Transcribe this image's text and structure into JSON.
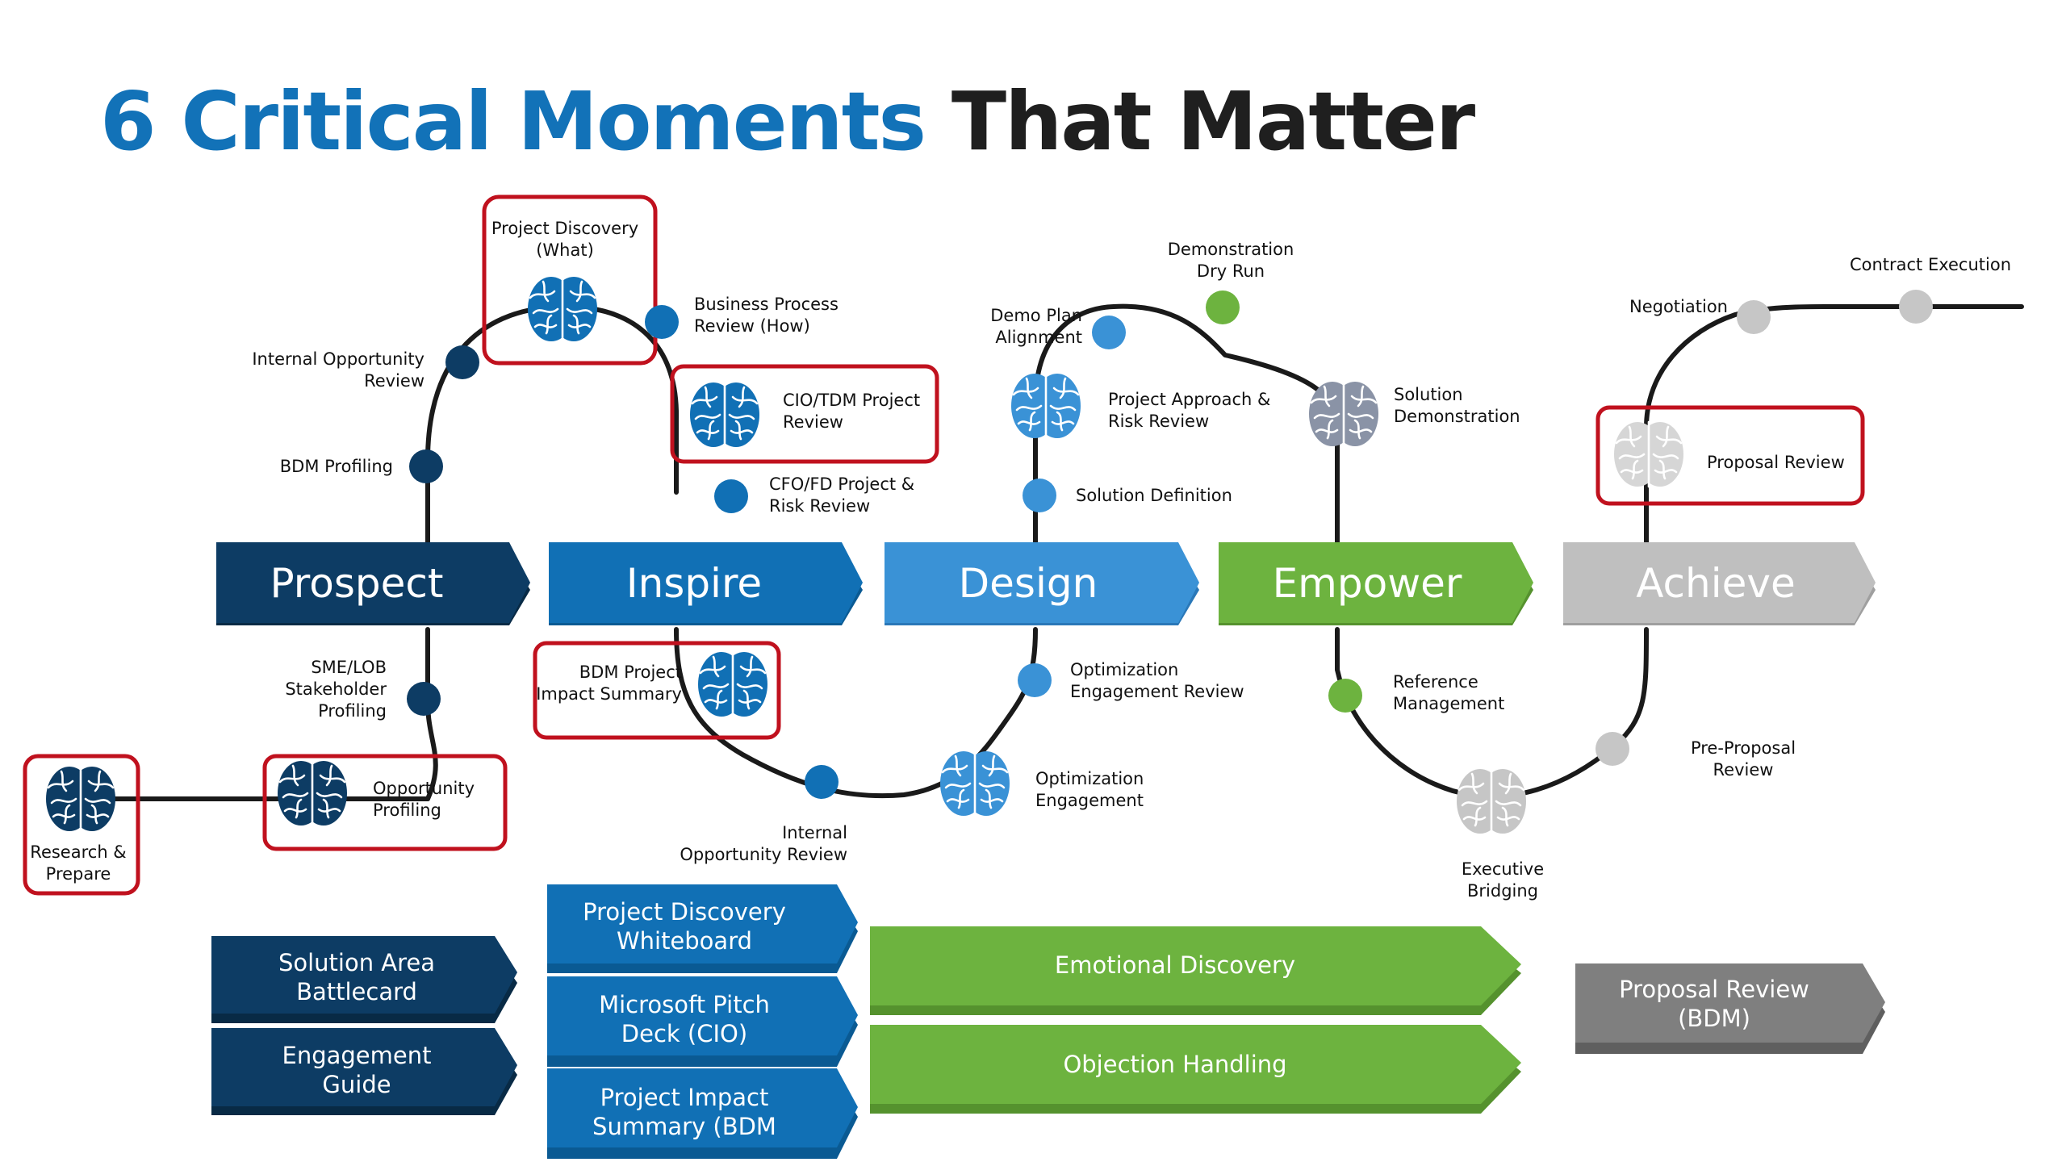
{
  "title": {
    "part1": "6 Critical Moments",
    "part2": "That Matter"
  },
  "colors": {
    "prospect": "#0d3c64",
    "inspire": "#1170b5",
    "design": "#3a92d6",
    "empower": "#6db33f",
    "achieve": "#bfbfbf",
    "achieve_resource": "#7f7f7f",
    "highlight": "#c0111e",
    "path": "#1a1a1a"
  },
  "stages": [
    {
      "id": "prospect",
      "label": "Prospect"
    },
    {
      "id": "inspire",
      "label": "Inspire"
    },
    {
      "id": "design",
      "label": "Design"
    },
    {
      "id": "empower",
      "label": "Empower"
    },
    {
      "id": "achieve",
      "label": "Achieve"
    }
  ],
  "milestones": {
    "research_prepare": [
      "Research &",
      "Prepare"
    ],
    "opportunity_profiling": [
      "Opportunity",
      "Profiling"
    ],
    "sme_lob": [
      "SME/LOB",
      "Stakeholder",
      "Profiling"
    ],
    "bdm_profiling": [
      "BDM Profiling"
    ],
    "internal_opportunity_review_1": [
      "Internal Opportunity",
      "Review"
    ],
    "project_discovery": [
      "Project Discovery",
      "(What)"
    ],
    "business_process_review": [
      "Business Process",
      "Review (How)"
    ],
    "cio_tdm": [
      "CIO/TDM Project",
      "Review"
    ],
    "cfo_fd": [
      "CFO/FD Project &",
      "Risk Review"
    ],
    "bdm_project_impact": [
      "BDM Project",
      "Impact Summary"
    ],
    "internal_opportunity_review_2": [
      "Internal",
      "Opportunity Review"
    ],
    "optimization_engagement": [
      "Optimization",
      "Engagement"
    ],
    "optimization_engagement_review": [
      "Optimization",
      "Engagement Review"
    ],
    "solution_definition": [
      "Solution Definition"
    ],
    "project_approach": [
      "Project Approach &",
      "Risk Review"
    ],
    "demo_plan_alignment": [
      "Demo Plan",
      "Alignment"
    ],
    "demonstration_dry_run": [
      "Demonstration",
      "Dry Run"
    ],
    "solution_demonstration": [
      "Solution",
      "Demonstration"
    ],
    "reference_management": [
      "Reference",
      "Management"
    ],
    "executive_bridging": [
      "Executive",
      "Bridging"
    ],
    "pre_proposal_review": [
      "Pre-Proposal",
      "Review"
    ],
    "proposal_review": [
      "Proposal Review"
    ],
    "negotiation": [
      "Negotiation"
    ],
    "contract_execution": [
      "Contract Execution"
    ]
  },
  "resources": {
    "solution_area_battlecard": [
      "Solution Area",
      "Battlecard"
    ],
    "engagement_guide": [
      "Engagement",
      "Guide"
    ],
    "project_discovery_whiteboard": [
      "Project Discovery",
      "Whiteboard"
    ],
    "microsoft_pitch_deck": [
      "Microsoft Pitch",
      "Deck (CIO)"
    ],
    "project_impact_summary": [
      "Project Impact",
      "Summary (BDM"
    ],
    "emotional_discovery": [
      "Emotional Discovery"
    ],
    "objection_handling": [
      "Objection Handling"
    ],
    "proposal_review_bdm": [
      "Proposal Review",
      "(BDM)"
    ]
  }
}
